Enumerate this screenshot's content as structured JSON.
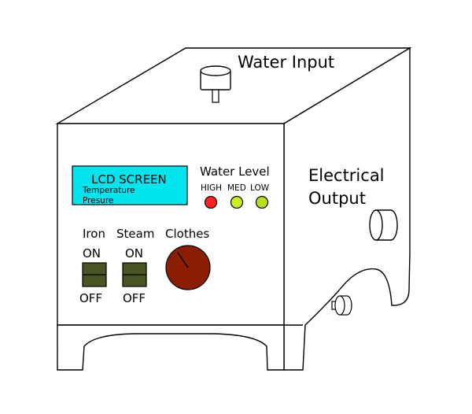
{
  "labels": {
    "water_input": "Water Input",
    "lcd_title": "LCD SCREEN",
    "lcd_line1": "Temperature",
    "lcd_line2": "Presure",
    "water_level": "Water Level",
    "level_high": "HIGH",
    "level_med": "MED",
    "level_low": "LOW",
    "electrical_line1": "Electrical",
    "electrical_line2": "Output",
    "iron": "Iron",
    "steam": "Steam",
    "clothes": "Clothes",
    "iron_on": "ON",
    "iron_off": "OFF",
    "steam_on": "ON",
    "steam_off": "OFF"
  },
  "colors": {
    "lcd": "#00e5ee",
    "led_high": "#ff2020",
    "led_med": "#c8f020",
    "led_low": "#b8e020",
    "switch": "#4a5525",
    "knob": "#8b1e00"
  }
}
